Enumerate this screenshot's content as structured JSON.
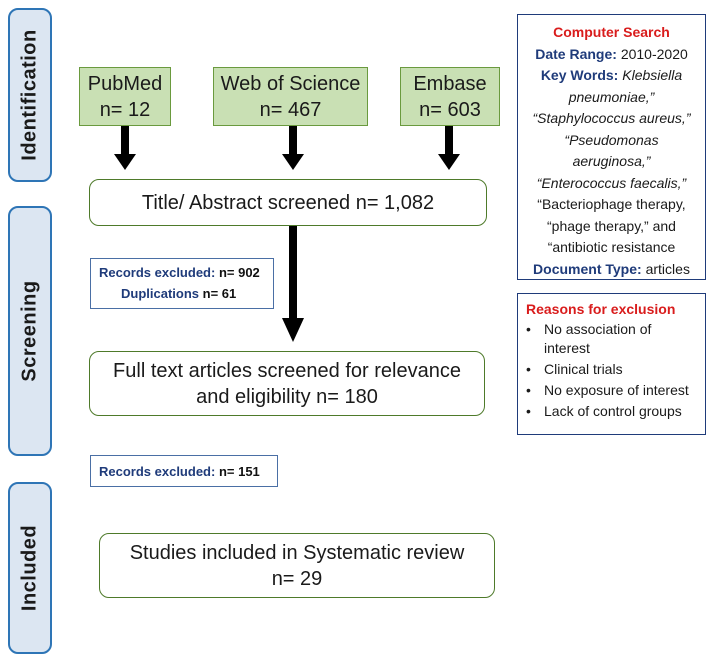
{
  "stages": {
    "identification": "Identification",
    "screening": "Screening",
    "included": "Included"
  },
  "sources": [
    {
      "name": "PubMed",
      "count": "n= 12"
    },
    {
      "name": "Web of Science",
      "count": "n= 467"
    },
    {
      "name": "Embase",
      "count": "n= 603"
    }
  ],
  "flow": {
    "title_abstract": "Title/ Abstract screened n= 1,082",
    "full_text_line1": "Full text articles screened for relevance",
    "full_text_line2": "and eligibility  n= 180",
    "included_line1": "Studies included in Systematic review",
    "included_line2": "n= 29"
  },
  "exclusions": {
    "first": {
      "records_label": "Records excluded:",
      "records_value": "n= 902",
      "duplications_label": "Duplications ",
      "duplications_value": "n= 61"
    },
    "second": {
      "records_label": "Records excluded:",
      "records_value": "n= 151"
    }
  },
  "search": {
    "heading": "Computer Search",
    "date_range_label": "Date Range:",
    "date_range_value": "2010-2020",
    "keywords_label": "Key Words:",
    "kw1": "Klebsiella",
    "kw2": "pneumoniae,”",
    "kw3": "“Staphylococcus aureus,”",
    "kw4": "“Pseudomonas",
    "kw5": "aeruginosa,”",
    "kw6": "“Enterococcus faecalis,”",
    "kw7": "“Bacteriophage therapy,",
    "kw8": "“phage therapy,” and",
    "kw9": "“antibiotic resistance",
    "doc_type_label": "Document Type",
    "doc_type_value": "articles"
  },
  "reasons": {
    "heading": "Reasons for exclusion",
    "items": [
      "No association of interest",
      "Clinical trials",
      "No exposure of interest",
      "Lack of control groups"
    ]
  },
  "colors": {
    "stage_fill": "#dce6f2",
    "stage_border": "#2e75b6",
    "source_fill": "#c9e0b4",
    "flow_border": "#4e7a2a",
    "heading_red": "#d91c1c",
    "label_navy": "#1f3b7a"
  }
}
